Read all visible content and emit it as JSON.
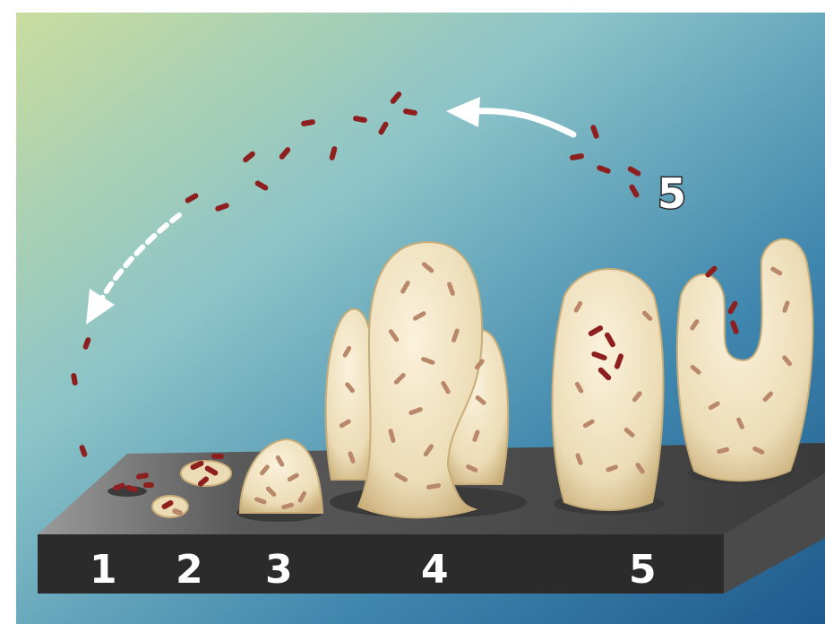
{
  "diagram": {
    "stage_labels": [
      "1",
      "2",
      "3",
      "4",
      "5"
    ],
    "dispersal_label": "5",
    "colors": {
      "background_top_left": "#c9dd9e",
      "background_mid": "#7fb9c9",
      "background_bottom_right": "#1f5a8c",
      "substrate_top": "#5a5a5a",
      "substrate_front": "#2b2b2b",
      "biofilm_fill": "#ecdcb6",
      "biofilm_edge": "#c8ad78",
      "bacteria_red": "#8e1f1f",
      "bacteria_matrix_rod": "#b9876a",
      "arrow": "#ffffff"
    }
  }
}
